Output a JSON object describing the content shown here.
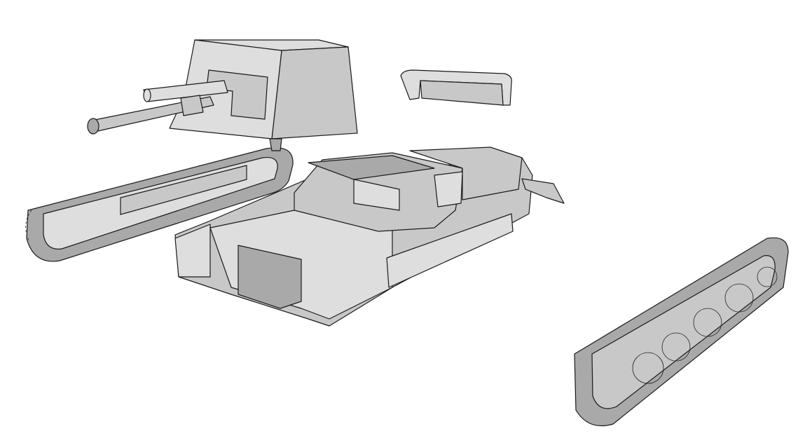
{
  "viewport": {
    "background": "#ffffff"
  },
  "model": {
    "parts": [
      "gun-shield",
      "gun-barrel",
      "left-track",
      "hull",
      "fender",
      "right-track"
    ],
    "colors": {
      "light": "#dedede",
      "mid": "#c8c8c8",
      "dark": "#a9a9a9",
      "edge": "#1a1a1a"
    }
  }
}
